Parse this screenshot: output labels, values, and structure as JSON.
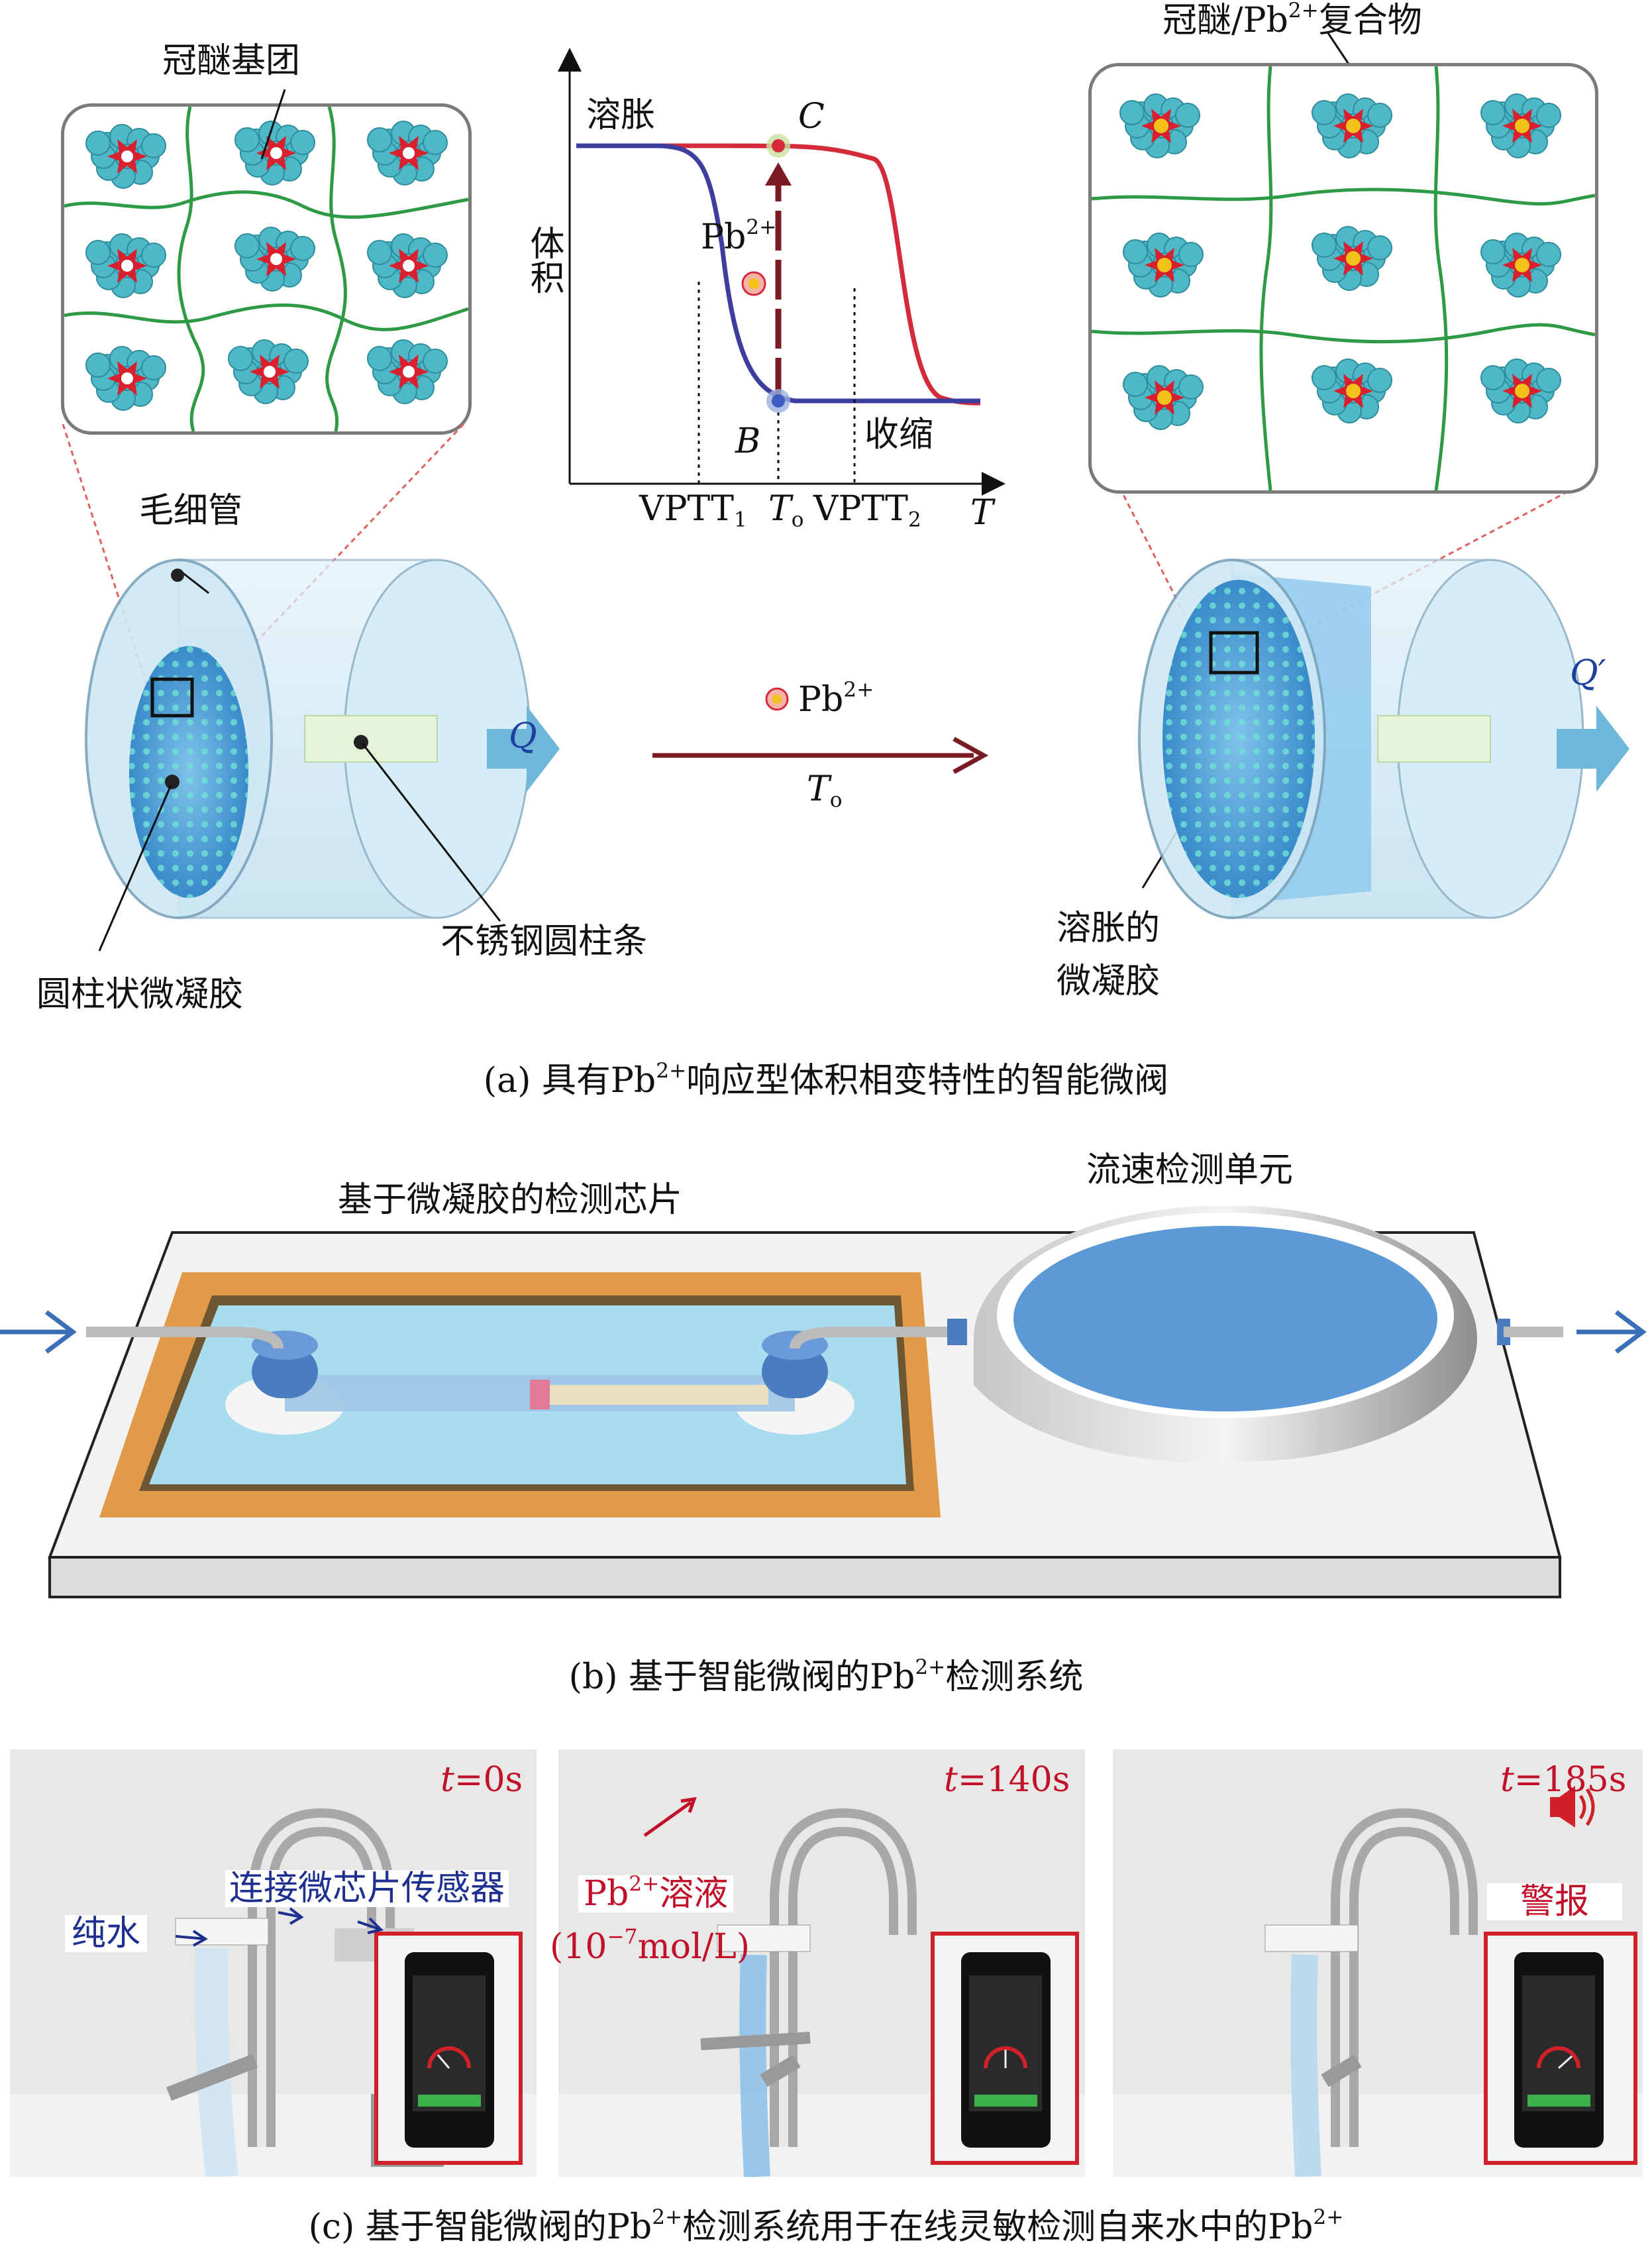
{
  "panel_a": {
    "left_inset_label": "冠醚基团",
    "right_inset_label_pre": "冠醚/Pb",
    "right_inset_label_sup": "2+",
    "right_inset_label_post": "复合物",
    "graph": {
      "swell": "溶胀",
      "shrink": "收缩",
      "ylabel": "体积",
      "xlabel": "T",
      "point_c": "C",
      "point_b": "B",
      "ion": "Pb",
      "ion_charge": "2+",
      "vptt1": "VPTT",
      "vptt1_sub": "1",
      "to": "T",
      "to_sub": "o",
      "vptt2": "VPTT",
      "vptt2_sub": "2"
    },
    "capillary": "毛细管",
    "cylinder_gel": "圆柱状微凝胶",
    "steel_rod": "不锈钢圆柱条",
    "flow_q": "Q",
    "flow_q2": "Q′",
    "arrow_ion": "Pb",
    "arrow_ion_charge": "2+",
    "arrow_temp": "T",
    "arrow_temp_sub": "o",
    "swollen_gel_line1": "溶胀的",
    "swollen_gel_line2": "微凝胶",
    "caption_pre": "(a) 具有Pb",
    "caption_sup": "2+",
    "caption_post": "响应型体积相变特性的智能微阀"
  },
  "panel_b": {
    "chip_label": "基于微凝胶的检测芯片",
    "flow_unit_label": "流速检测单元",
    "caption_pre": "(b) 基于智能微阀的Pb",
    "caption_sup": "2+",
    "caption_post": "检测系统"
  },
  "panel_c": {
    "time1": "=0s",
    "time2": "=140s",
    "time3": "=185s",
    "t_var": "t",
    "connect_label": "连接微芯片传感器",
    "pure_water": "纯水",
    "solution_pre": "Pb",
    "solution_sup": "2+",
    "solution_post": "溶液",
    "conc_pre": "(10",
    "conc_sup": "−7",
    "conc_post": "mol/L)",
    "alarm": "警报",
    "caption_pre": "(c) 基于智能微阀的Pb",
    "caption_sup": "2+",
    "caption_mid": "检测系统用于在线灵敏检测自来水中的Pb",
    "caption_sup2": "2+"
  },
  "colors": {
    "swell_curve": "#d42a3a",
    "shrink_curve": "#3d3f9e",
    "arrow": "#7a1a22",
    "chip_frame": "#e09a48",
    "water_blue": "#5b9ad6",
    "mesh_green": "#2e9a45",
    "crown_red": "#d8202e",
    "complex_yellow": "#f2c21a",
    "gel_cyan": "#4fb8c8",
    "highlight_red": "#d0202a"
  }
}
